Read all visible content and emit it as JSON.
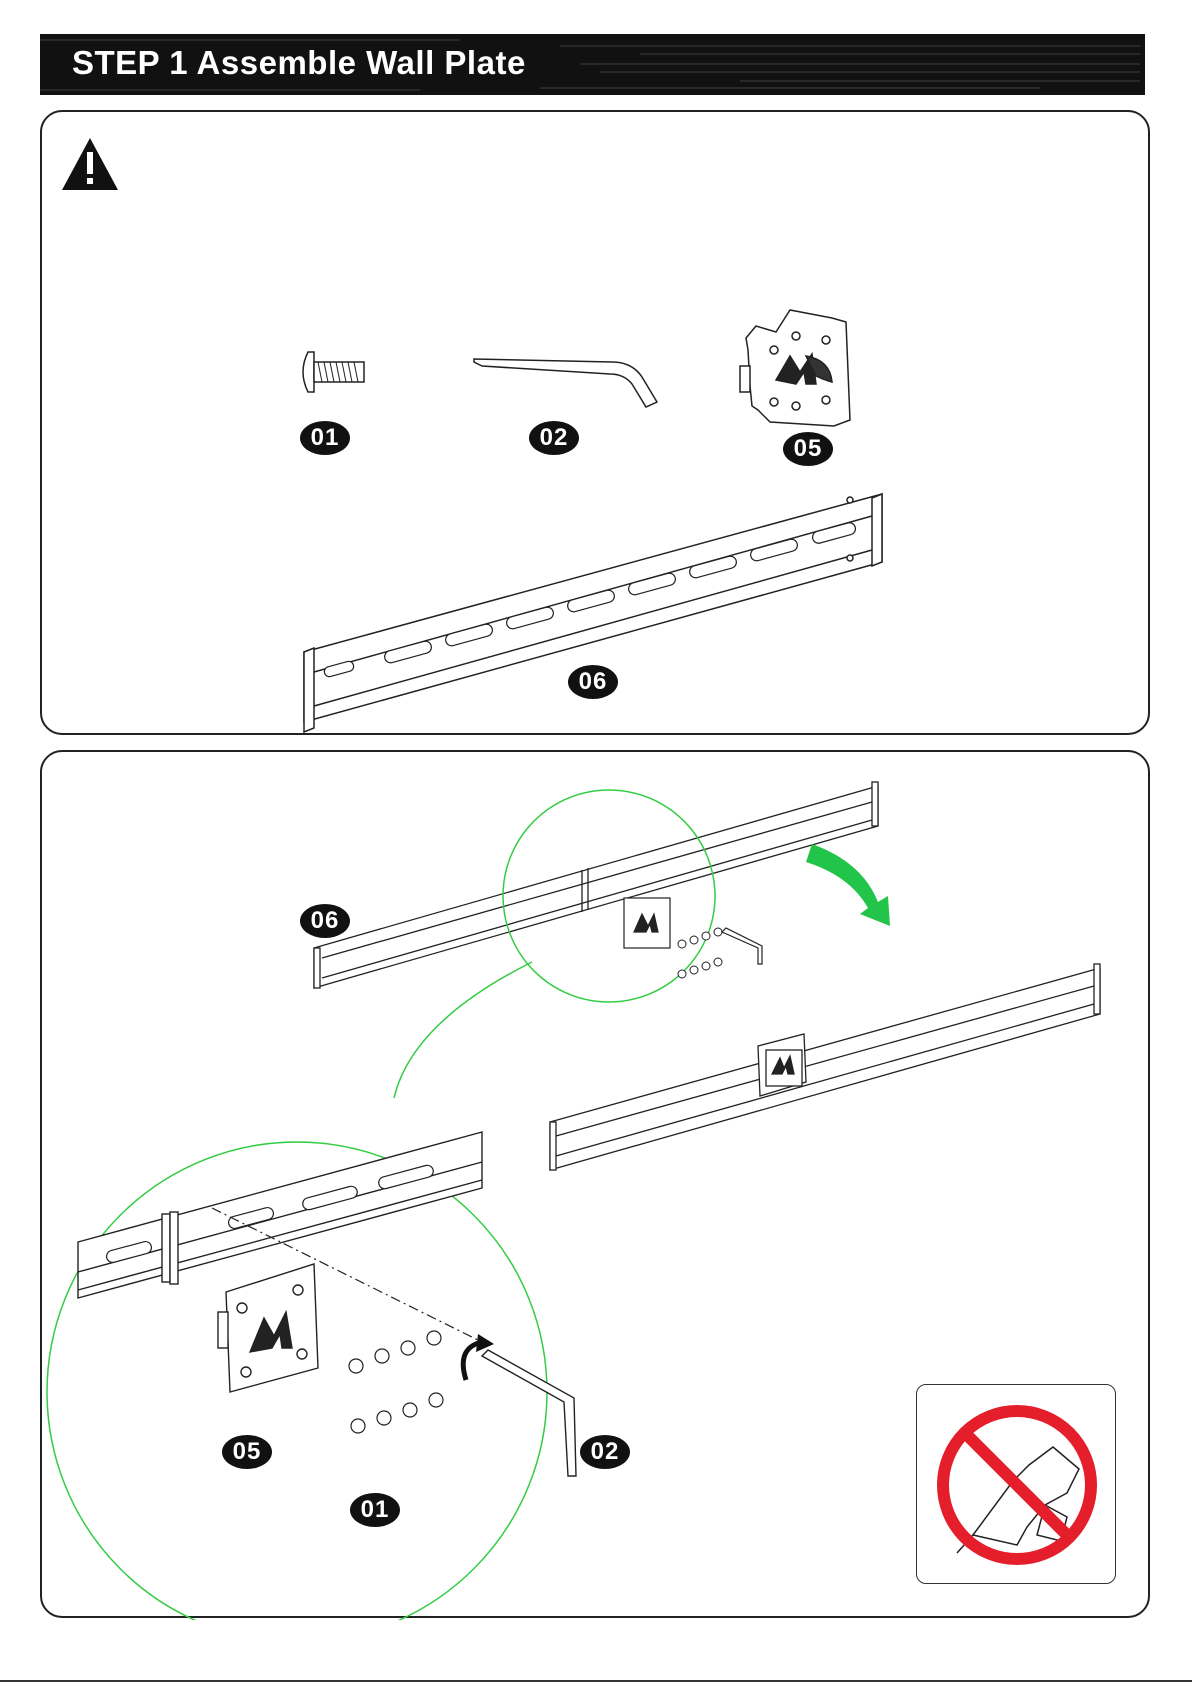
{
  "header": {
    "title": "STEP 1 Assemble Wall Plate"
  },
  "parts": {
    "screw": "01",
    "allen_key": "02",
    "plate": "05",
    "rail": "06"
  },
  "assembly": {
    "rail_label": "06",
    "plate_label": "05",
    "key_label": "02",
    "screws_label": "01"
  },
  "colors": {
    "header_bg": "#111111",
    "callout_circle": "#33cc44",
    "arrow_green": "#22c44a",
    "prohibit_red": "#e41e2b"
  },
  "icons": [
    "warning-icon",
    "no-power-drill-icon",
    "rotate-arrow-icon"
  ]
}
